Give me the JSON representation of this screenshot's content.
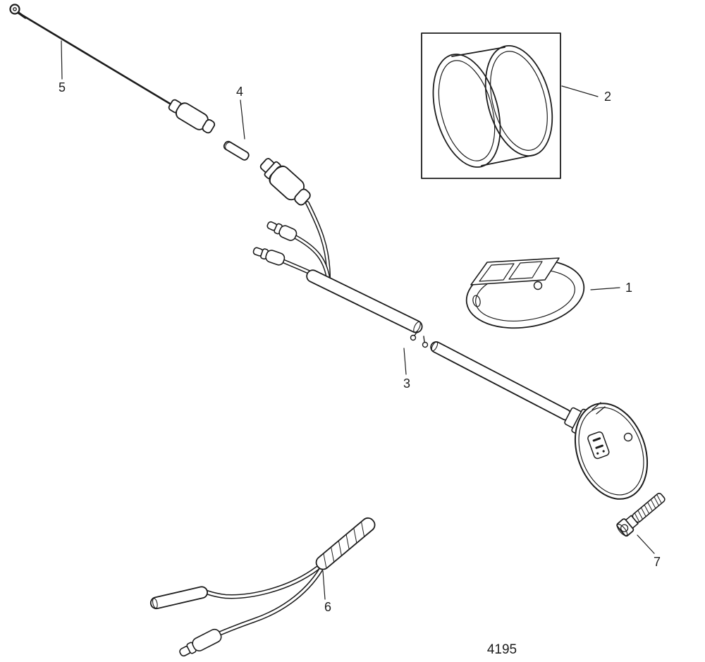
{
  "diagram": {
    "figure_number": "4195",
    "line_color": "#1c1c1c",
    "background_color": "#ffffff",
    "callouts": {
      "part1": "1",
      "part2": "2",
      "part3": "3",
      "part4": "4",
      "part5": "5",
      "part6": "6",
      "part7": "7"
    }
  }
}
